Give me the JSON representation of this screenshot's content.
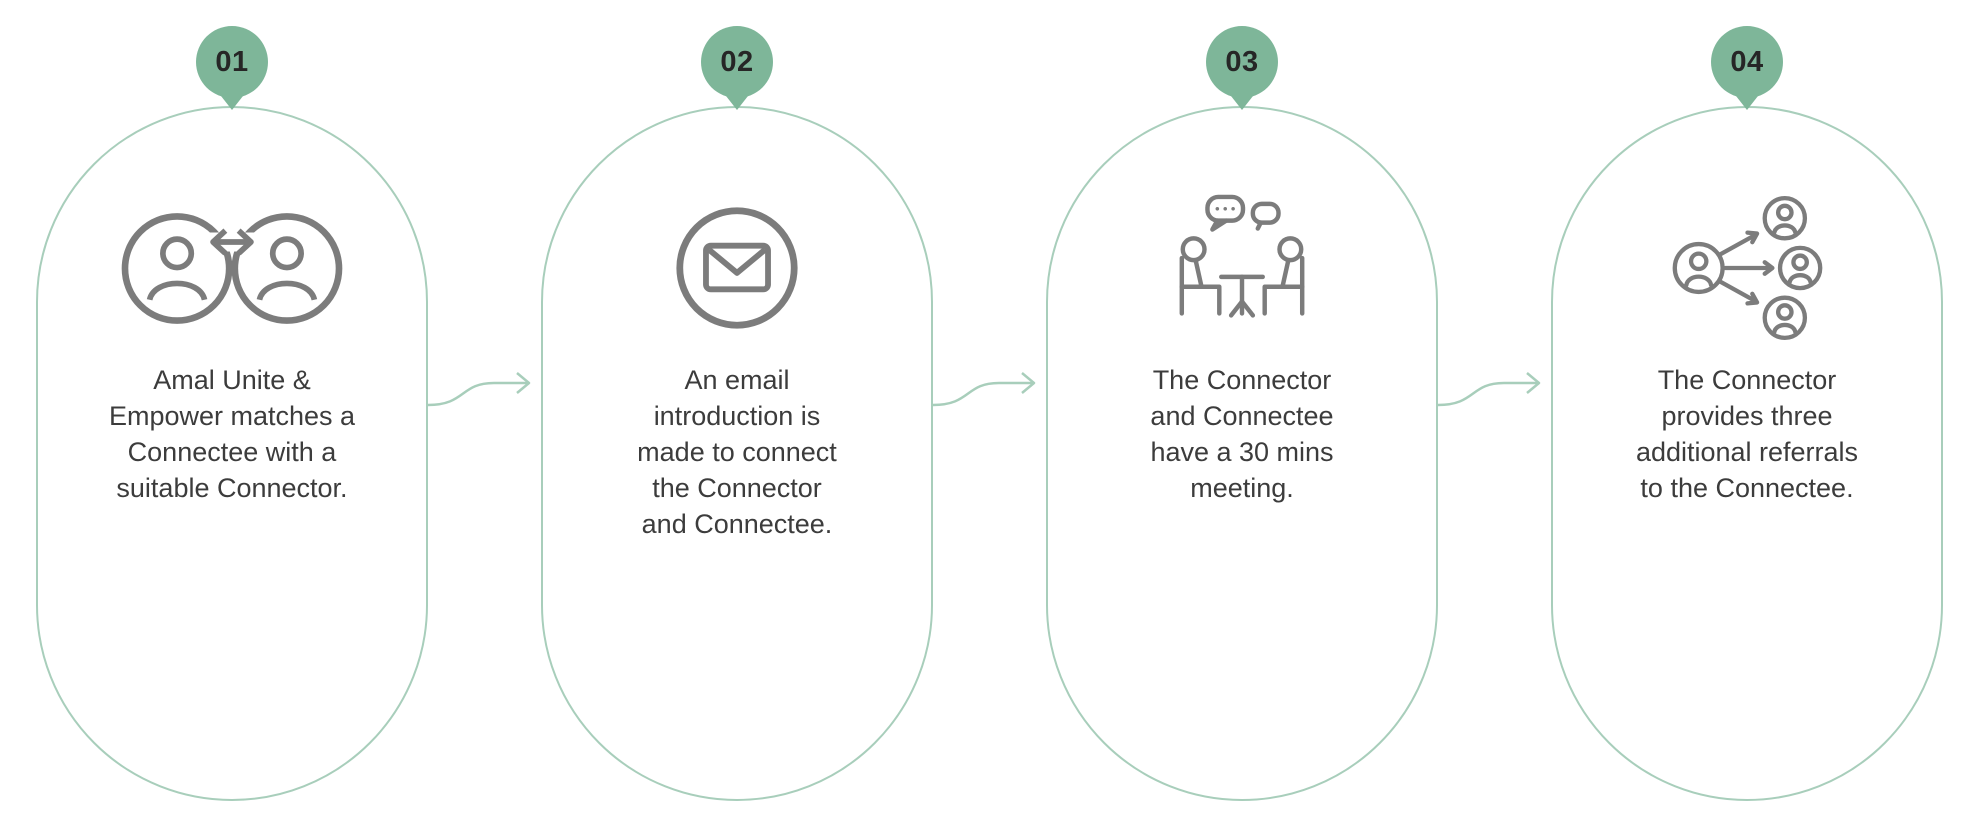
{
  "title": "Connection process steps",
  "colors": {
    "badge_green": "#7EB699",
    "outline_green": "#A8CEBB",
    "icon_gray": "#7C7C7C",
    "text_dark": "#3C3C3C"
  },
  "steps": [
    {
      "number": "01",
      "icon": "match-connector-icon",
      "text": "Amal Unite &\nEmpower matches a\nConnectee with a\nsuitable Connector."
    },
    {
      "number": "02",
      "icon": "email-introduction-icon",
      "text": "An email\nintroduction is\nmade to connect\nthe Connector\nand Connectee."
    },
    {
      "number": "03",
      "icon": "meeting-icon",
      "text": "The Connector\nand Connectee\nhave a 30 mins\nmeeting."
    },
    {
      "number": "04",
      "icon": "referrals-icon",
      "text": "The Connector\nprovides three\nadditional referrals\nto the Connectee."
    }
  ],
  "connectors": {
    "arrow_label": "next-step-arrow"
  }
}
